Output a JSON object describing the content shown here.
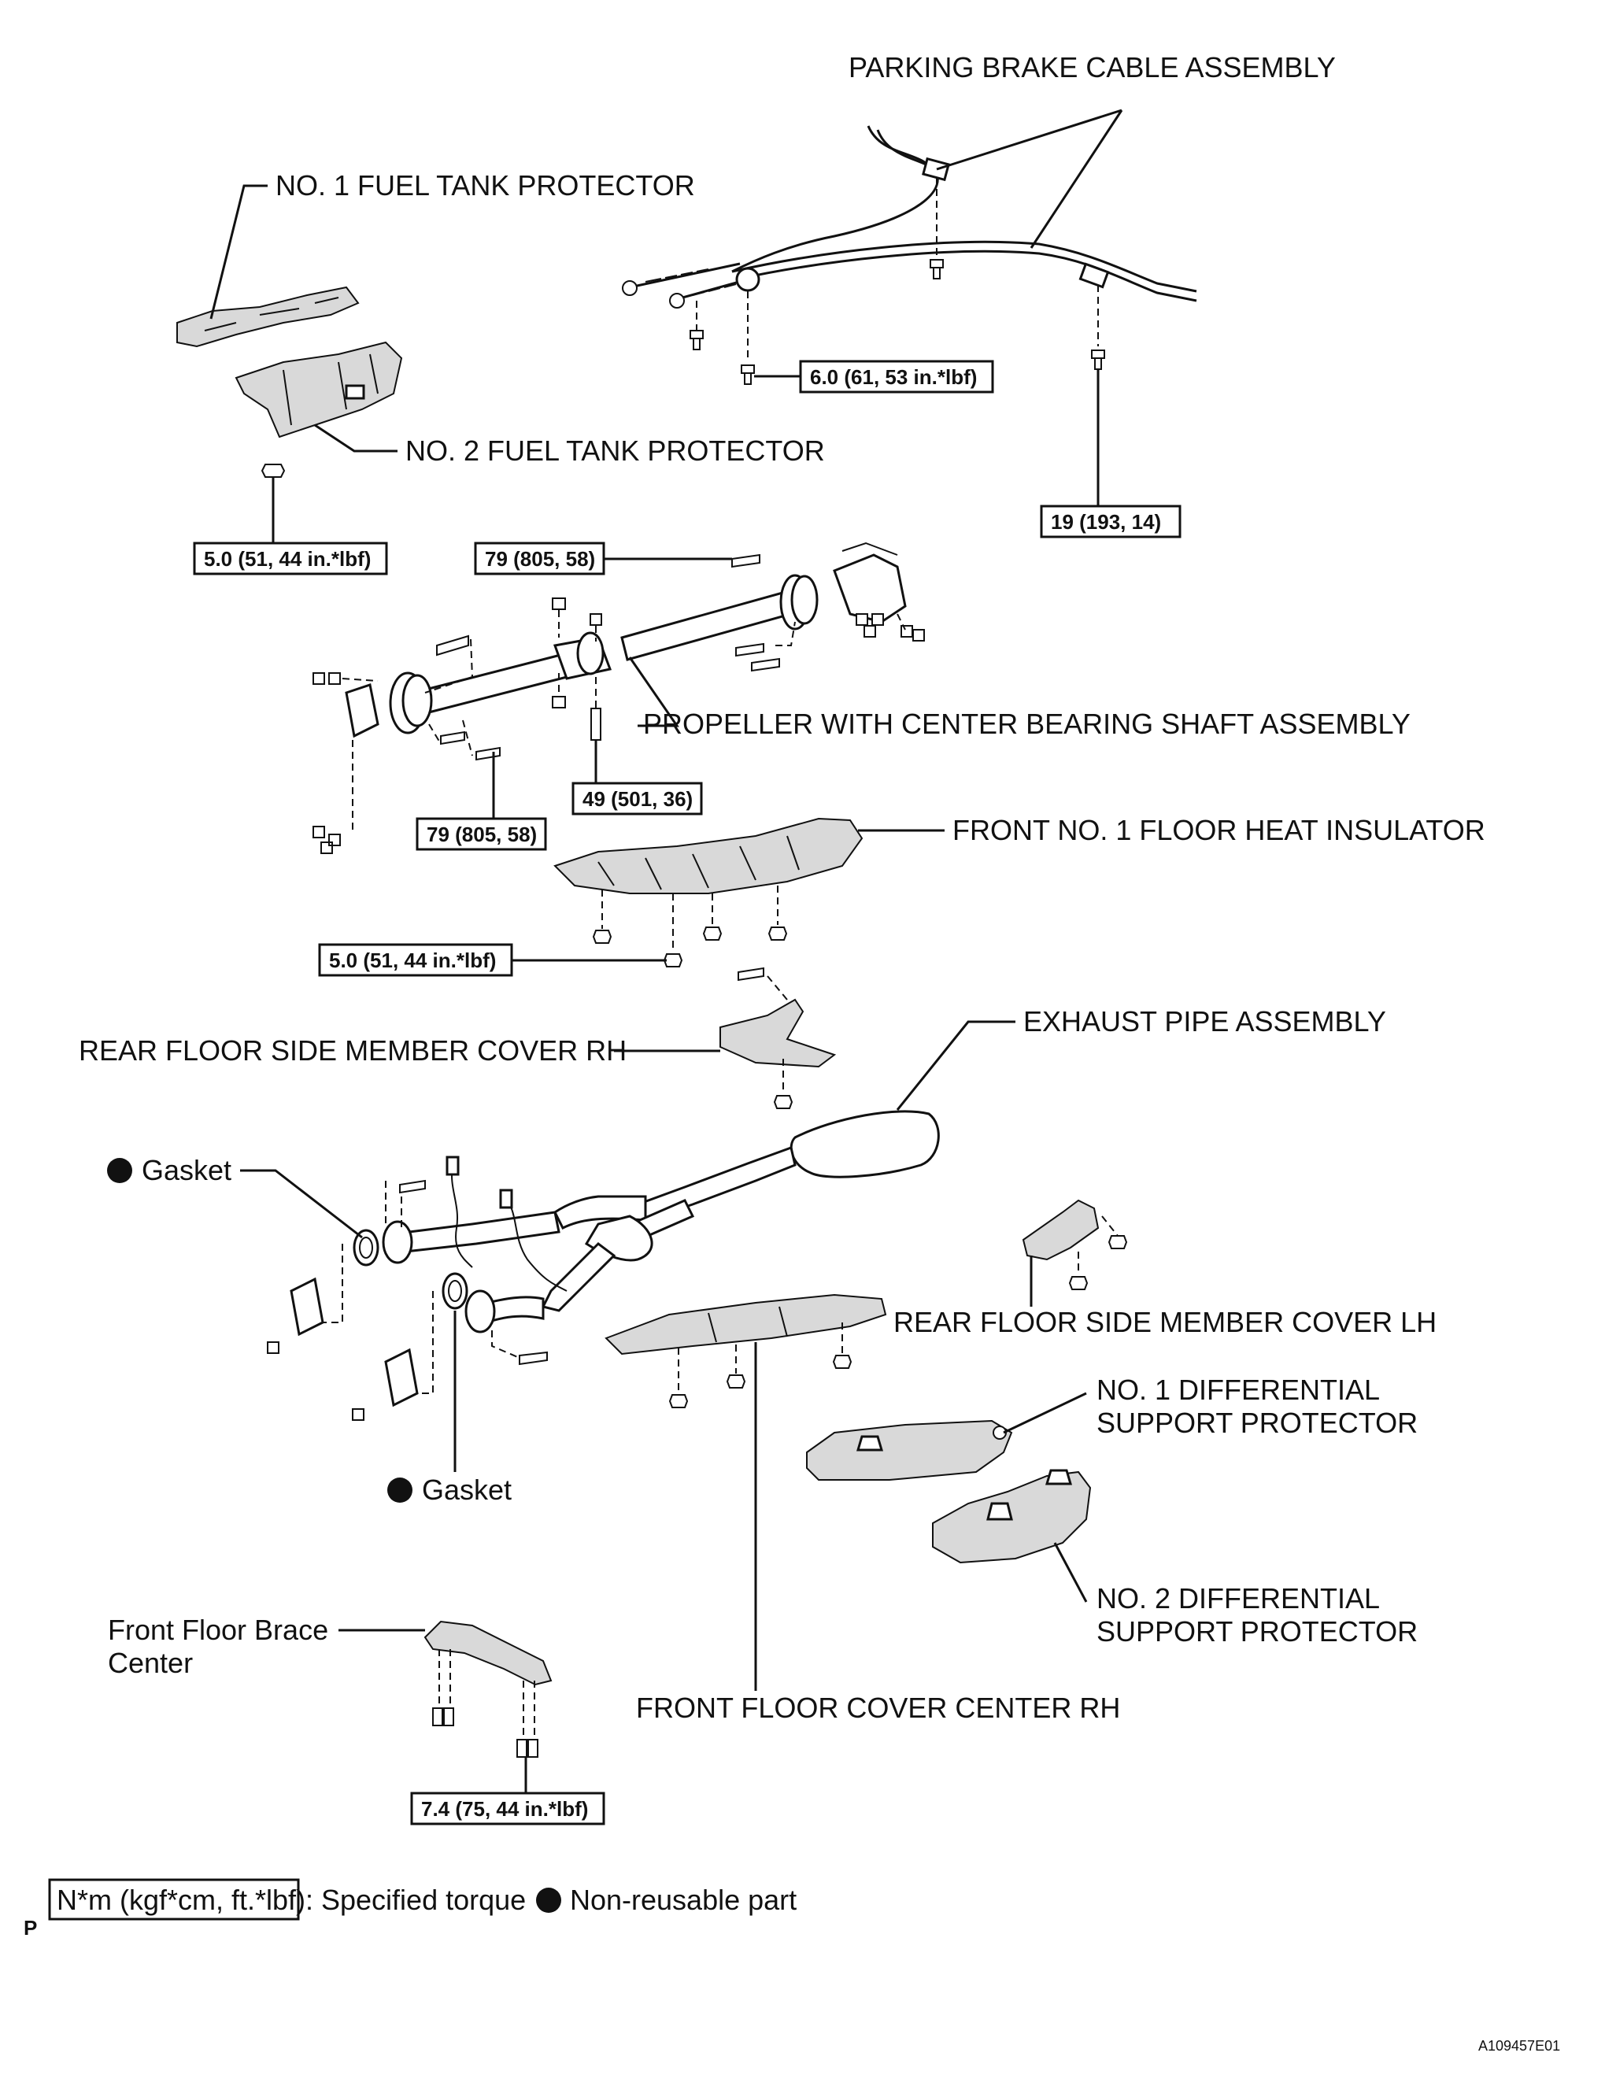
{
  "labels": {
    "parking_brake_cable": "PARKING BRAKE CABLE ASSEMBLY",
    "no1_fuel_tank_protector": "NO. 1 FUEL TANK PROTECTOR",
    "no2_fuel_tank_protector": "NO. 2 FUEL TANK PROTECTOR",
    "propeller_shaft": "PROPELLER WITH CENTER BEARING SHAFT ASSEMBLY",
    "front_no1_floor_heat_insulator": "FRONT NO. 1 FLOOR HEAT INSULATOR",
    "rear_floor_side_member_cover_rh": "REAR FLOOR SIDE MEMBER COVER RH",
    "exhaust_pipe_assembly": "EXHAUST PIPE ASSEMBLY",
    "gasket_upper": "Gasket",
    "gasket_lower": "Gasket",
    "rear_floor_side_member_cover_lh": "REAR FLOOR SIDE MEMBER COVER LH",
    "no1_diff_support_protector_line1": "NO. 1 DIFFERENTIAL",
    "no1_diff_support_protector_line2": "SUPPORT PROTECTOR",
    "no2_diff_support_protector_line1": "NO. 2 DIFFERENTIAL",
    "no2_diff_support_protector_line2": "SUPPORT PROTECTOR",
    "front_floor_brace_center_line1": "Front Floor Brace",
    "front_floor_brace_center_line2": "Center",
    "front_floor_cover_center_rh": "FRONT FLOOR COVER CENTER RH"
  },
  "torques": {
    "cable_bolt": "6.0 (61, 53 in.*lbf)",
    "cable_rear_bolt": "19 (193, 14)",
    "fuel_tank_protector_nut": "5.0 (51, 44 in.*lbf)",
    "propeller_rear": "79 (805, 58)",
    "propeller_front": "79 (805, 58)",
    "center_bearing": "49 (501, 36)",
    "heat_insulator_nut": "5.0 (51, 44 in.*lbf)",
    "floor_brace_bolt": "7.4 (75, 44 in.*lbf)"
  },
  "legend": {
    "torque_unit": "N*m (kgf*cm, ft.*lbf)",
    "torque_desc": ": Specified torque",
    "nonreusable_desc": "Non-reusable part"
  },
  "page_letter": "P",
  "figure_id": "A109457E01"
}
